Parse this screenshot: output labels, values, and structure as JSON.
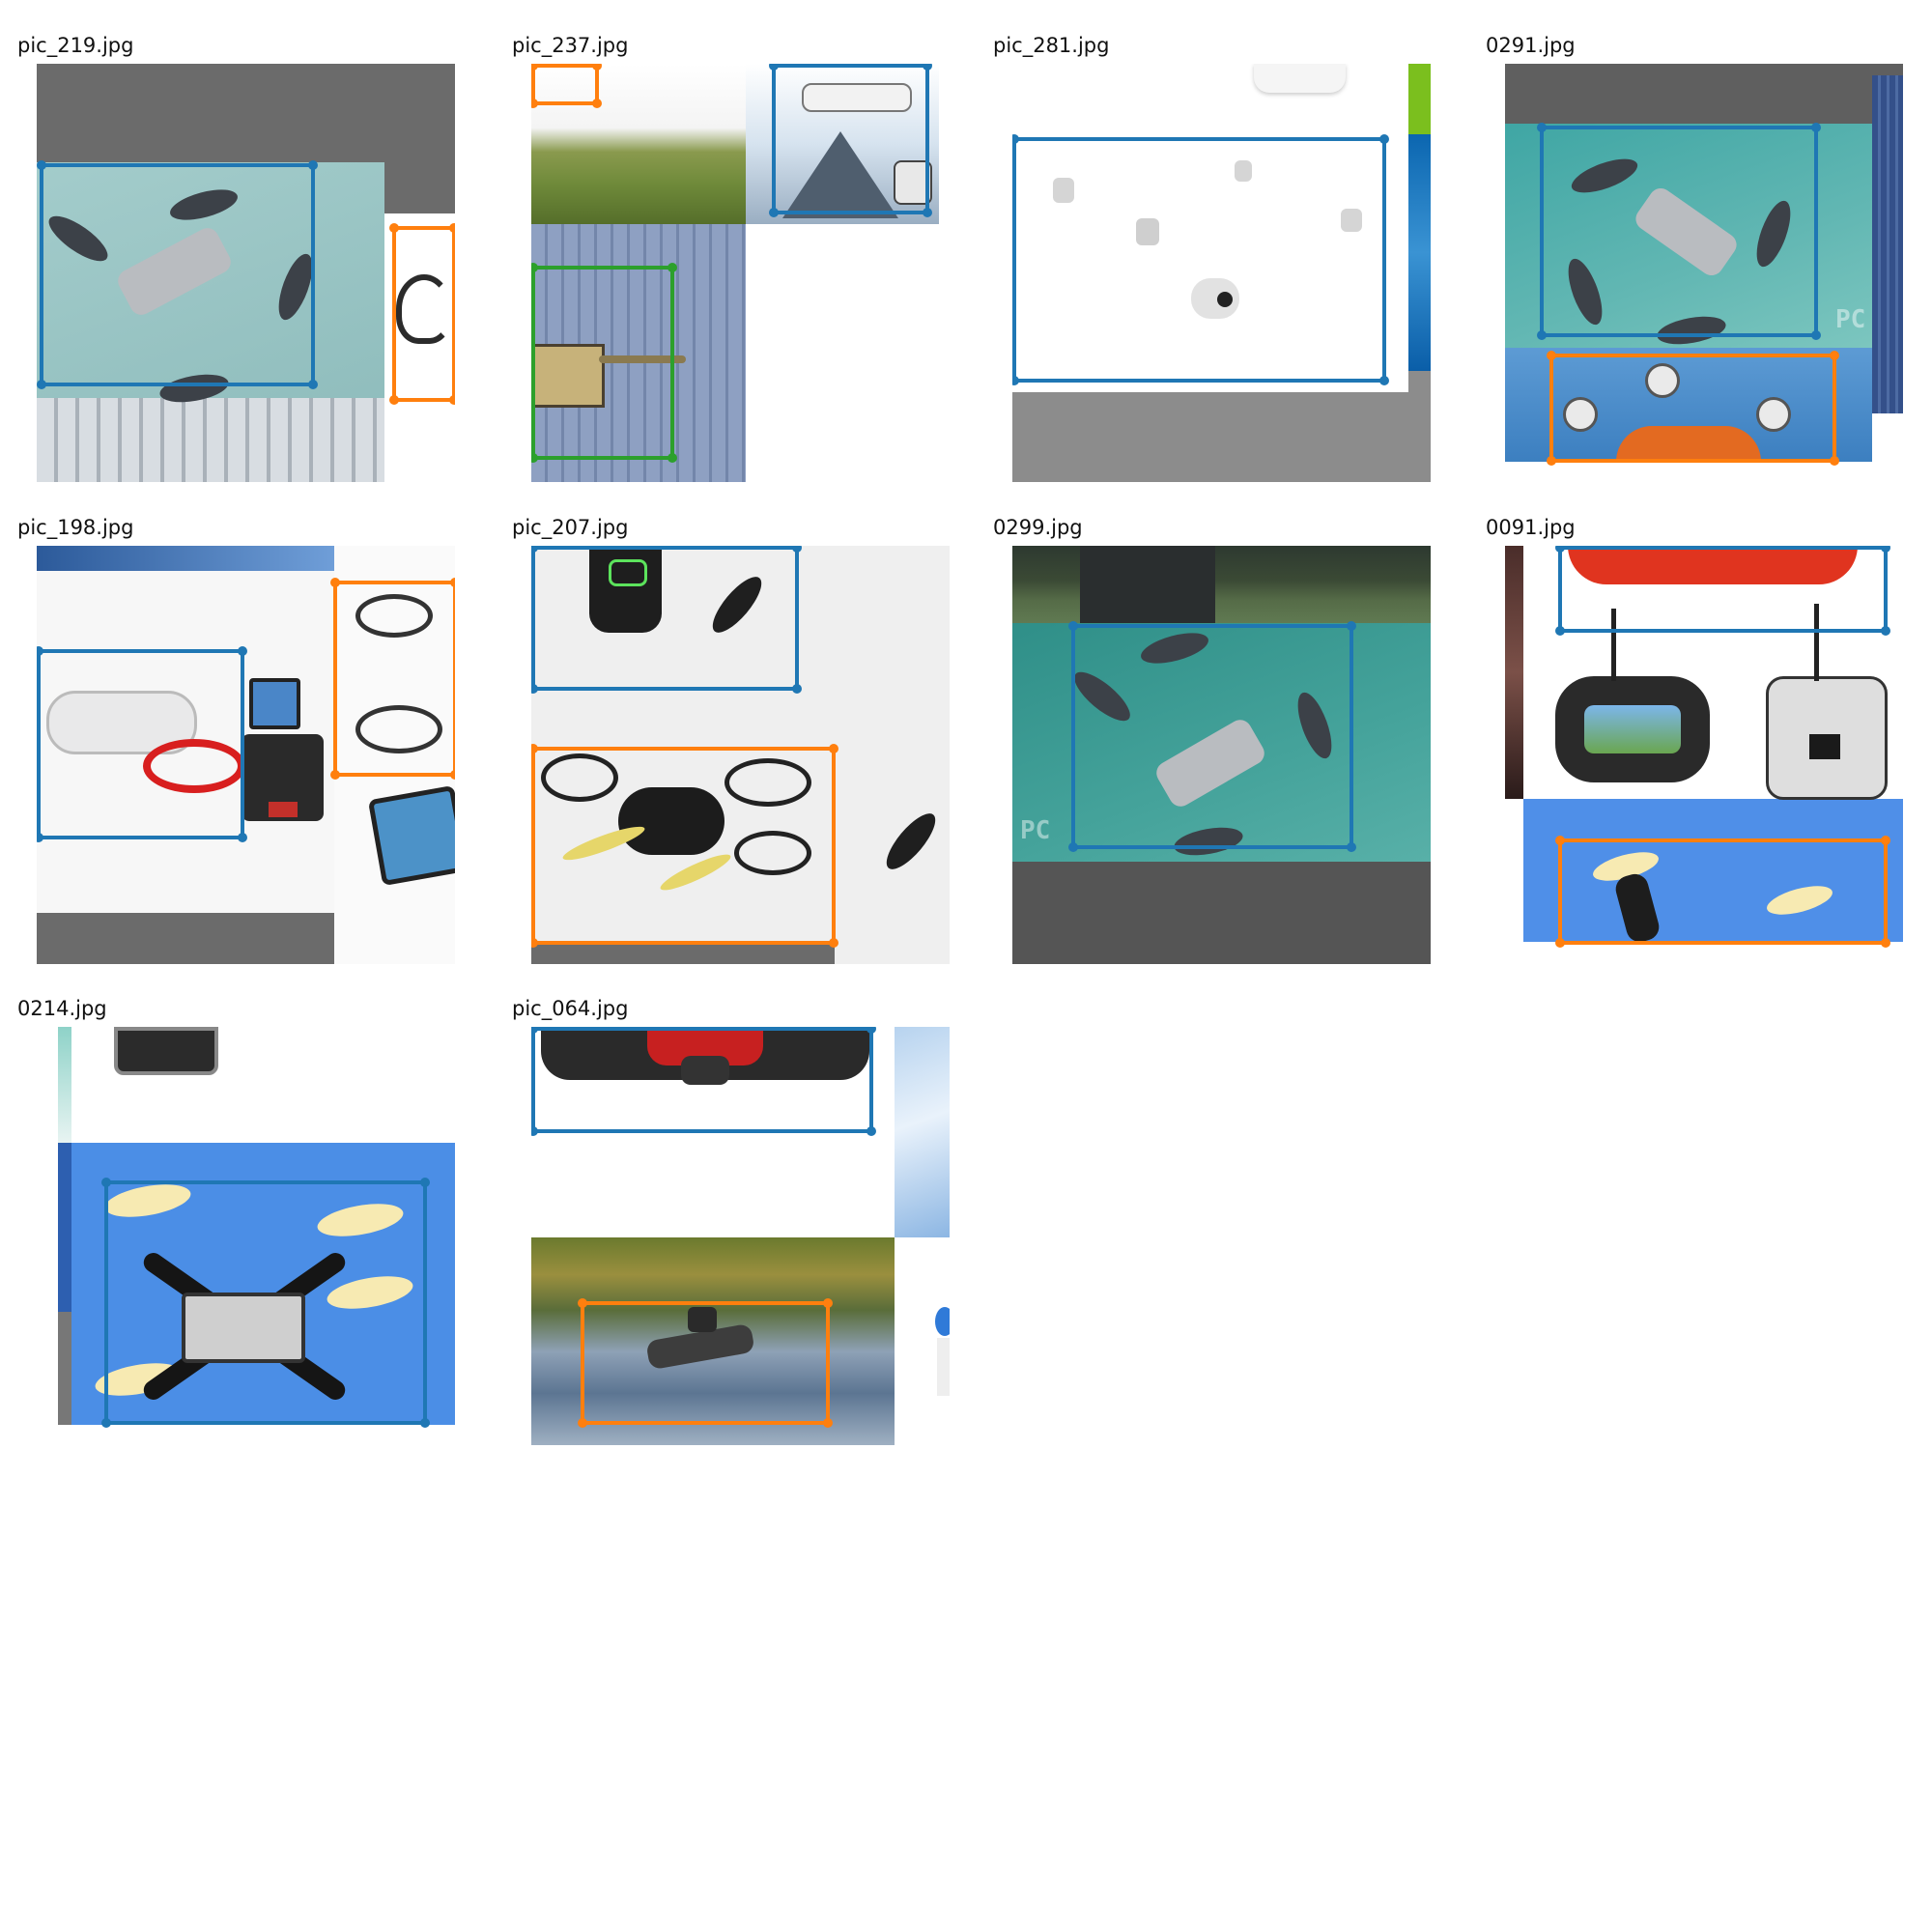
{
  "grid": {
    "panels": [
      {
        "title": "pic_219.jpg",
        "boxes": [
          {
            "label": "box-1",
            "color": "#1f77b4"
          },
          {
            "label": "box-2",
            "color": "#ff7f0e"
          }
        ]
      },
      {
        "title": "pic_237.jpg",
        "boxes": [
          {
            "label": "box-1",
            "color": "#ff7f0e"
          },
          {
            "label": "box-2",
            "color": "#1f77b4"
          },
          {
            "label": "box-3",
            "color": "#2ca02c"
          }
        ]
      },
      {
        "title": "pic_281.jpg",
        "boxes": [
          {
            "label": "box-1",
            "color": "#1f77b4"
          }
        ]
      },
      {
        "title": "0291.jpg",
        "boxes": [
          {
            "label": "box-1",
            "color": "#1f77b4"
          },
          {
            "label": "box-2",
            "color": "#ff7f0e"
          }
        ]
      },
      {
        "title": "pic_198.jpg",
        "boxes": [
          {
            "label": "box-1",
            "color": "#ff7f0e"
          },
          {
            "label": "box-2",
            "color": "#1f77b4"
          }
        ]
      },
      {
        "title": "pic_207.jpg",
        "boxes": [
          {
            "label": "box-1",
            "color": "#1f77b4"
          },
          {
            "label": "box-2",
            "color": "#ff7f0e"
          }
        ]
      },
      {
        "title": "0299.jpg",
        "boxes": [
          {
            "label": "box-1",
            "color": "#1f77b4"
          }
        ]
      },
      {
        "title": "0091.jpg",
        "boxes": [
          {
            "label": "box-1",
            "color": "#1f77b4"
          },
          {
            "label": "box-2",
            "color": "#ff7f0e"
          }
        ]
      },
      {
        "title": "0214.jpg",
        "boxes": [
          {
            "label": "box-1",
            "color": "#1f77b4"
          }
        ]
      },
      {
        "title": "pic_064.jpg",
        "boxes": [
          {
            "label": "box-1",
            "color": "#1f77b4"
          },
          {
            "label": "box-2",
            "color": "#ff7f0e"
          }
        ]
      }
    ],
    "box_colors": {
      "blue": "#1f77b4",
      "orange": "#ff7f0e",
      "green": "#2ca02c"
    }
  }
}
